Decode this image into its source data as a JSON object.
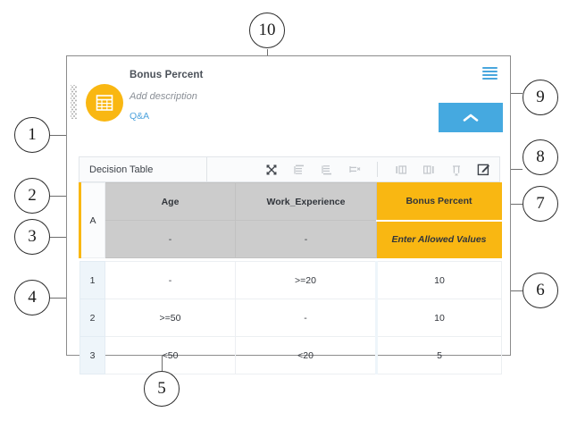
{
  "header": {
    "title": "Bonus Percent",
    "description": "Add description",
    "qa_link": "Q&A",
    "logo_icon": "table-grid-icon",
    "menu_icon": "hamburger-menu-icon",
    "collapse_icon": "chevron-up-icon",
    "drag_handle": "drag-grip-icon"
  },
  "toolbar": {
    "label": "Decision Table",
    "icons": [
      {
        "name": "collapse-expand-icon",
        "glyph": "expand-collapse"
      },
      {
        "name": "insert-row-above-icon",
        "glyph": "row-above"
      },
      {
        "name": "insert-row-below-icon",
        "glyph": "row-below"
      },
      {
        "name": "delete-row-icon",
        "glyph": "row-delete"
      },
      {
        "name": "insert-column-left-icon",
        "glyph": "col-left"
      },
      {
        "name": "insert-column-right-icon",
        "glyph": "col-right"
      },
      {
        "name": "delete-column-icon",
        "glyph": "col-delete"
      },
      {
        "name": "edit-icon",
        "glyph": "pencil-square"
      }
    ]
  },
  "table": {
    "hit_policy": "A",
    "input_columns": [
      {
        "name": "Age",
        "allowed_values": "-"
      },
      {
        "name": "Work_Experience",
        "allowed_values": "-"
      }
    ],
    "output_column": {
      "name": "Bonus Percent",
      "allowed_values": "Enter Allowed Values"
    },
    "rows": [
      {
        "num": "1",
        "age": "-",
        "work": ">=20",
        "bonus": "10",
        "bonus_highlight": false
      },
      {
        "num": "2",
        "age": ">=50",
        "work": "-",
        "bonus": "10",
        "bonus_highlight": false
      },
      {
        "num": "3",
        "age": "<50",
        "work": "<20",
        "bonus": "5",
        "bonus_highlight": true
      }
    ]
  },
  "callouts": [
    {
      "id": "1",
      "label": "1"
    },
    {
      "id": "2",
      "label": "2"
    },
    {
      "id": "3",
      "label": "3"
    },
    {
      "id": "4",
      "label": "4"
    },
    {
      "id": "5",
      "label": "5"
    },
    {
      "id": "6",
      "label": "6"
    },
    {
      "id": "7",
      "label": "7"
    },
    {
      "id": "8",
      "label": "8"
    },
    {
      "id": "9",
      "label": "9"
    },
    {
      "id": "10",
      "label": "10"
    }
  ],
  "colors": {
    "accent_amber": "#f9b712",
    "accent_blue": "#45a9e0",
    "header_gray": "#cccccc",
    "input_text": "#c96c0a",
    "rownum_bg": "#eef5fa",
    "highlight_purple": "#8e3fbe"
  }
}
